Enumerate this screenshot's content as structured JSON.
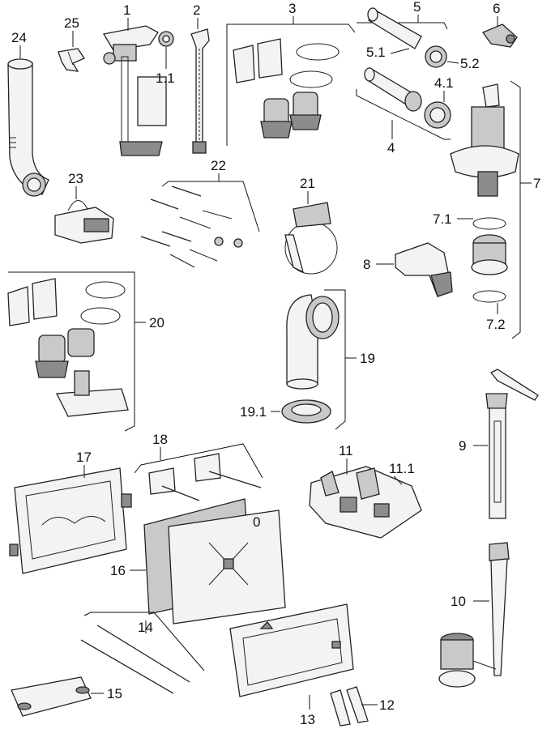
{
  "labels": {
    "l1": "1",
    "l1_1": "1.1",
    "l2": "2",
    "l3": "3",
    "l4": "4",
    "l4_1": "4.1",
    "l5": "5",
    "l5_1": "5.1",
    "l5_2": "5.2",
    "l6": "6",
    "l7": "7",
    "l7_1": "7.1",
    "l7_2": "7.2",
    "l8": "8",
    "l9": "9",
    "l10": "10",
    "l11": "11",
    "l11_1": "11.1",
    "l12": "12",
    "l13": "13",
    "l14": "14",
    "l15": "15",
    "l16": "16",
    "l17": "17",
    "l18": "18",
    "l19": "19",
    "l19_1": "19.1",
    "l20": "20",
    "l21": "21",
    "l22": "22",
    "l23": "23",
    "l24": "24",
    "l25": "25"
  },
  "colors": {
    "line": "#111111",
    "part_fill": "#f3f3f3",
    "part_dark": "#8c8c8c",
    "part_mid": "#c9c9c9"
  }
}
